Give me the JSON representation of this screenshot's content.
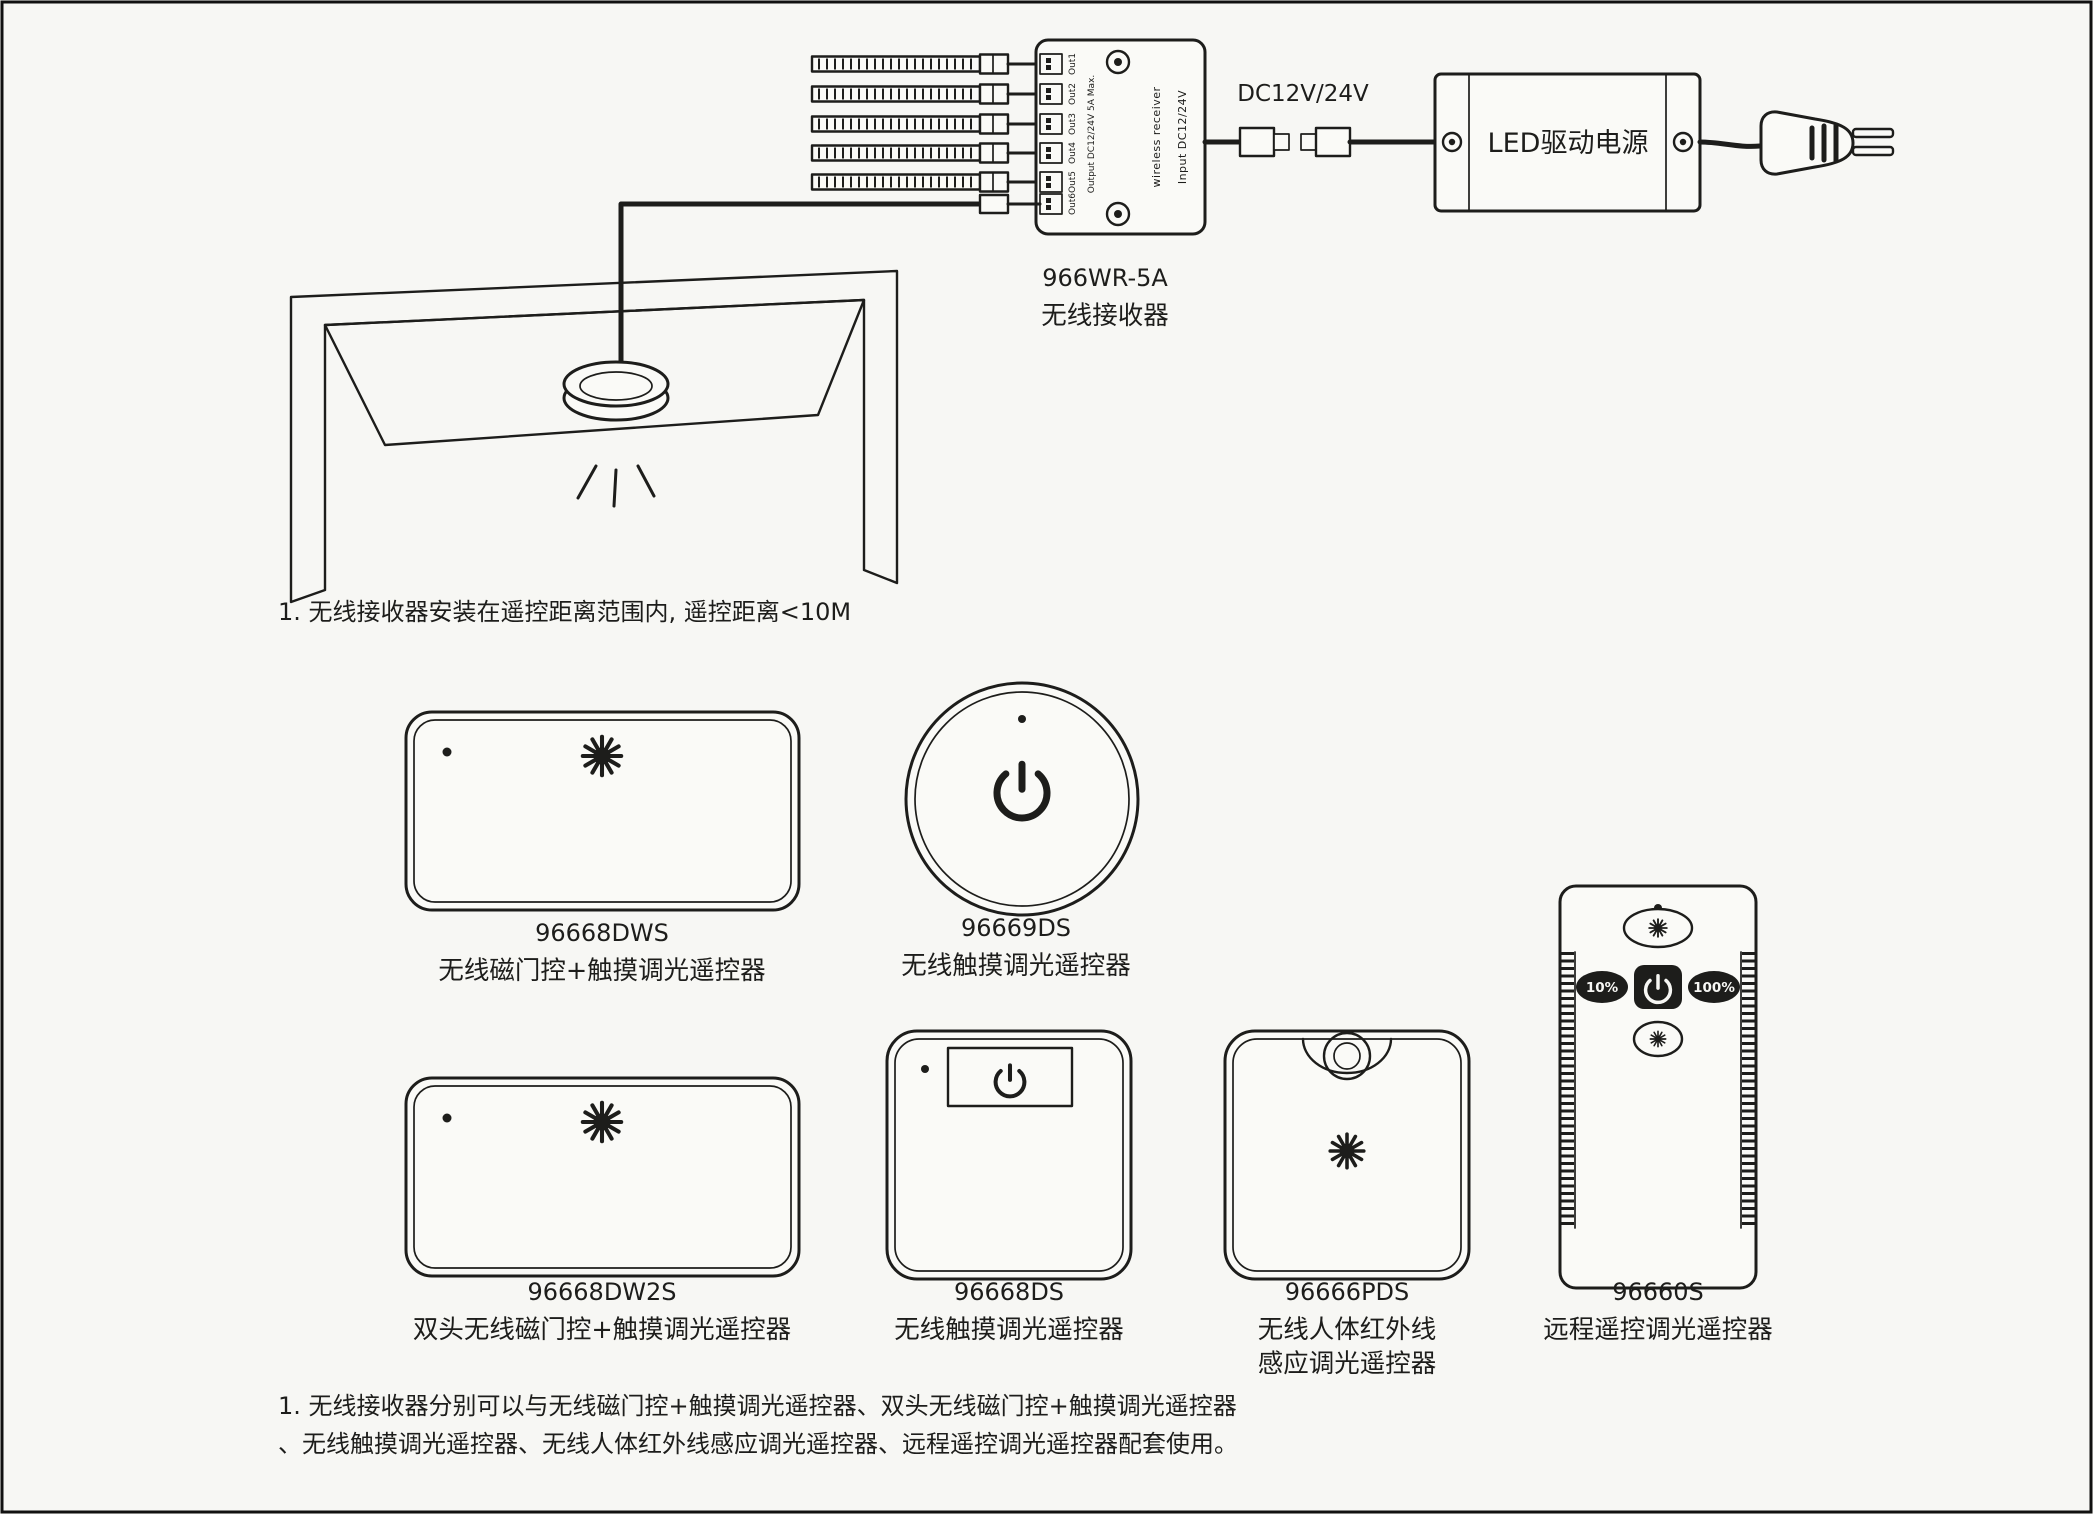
{
  "colors": {
    "ink": "#1d1d1b",
    "paper": "#f7f7f4"
  },
  "wiring": {
    "dc_label": "DC12V/24V",
    "driver_label": "LED驱动电源",
    "receiver": {
      "model": "966WR-5A",
      "name": "无线接收器",
      "outputs": [
        "Out1",
        "Out2",
        "Out3",
        "Out4",
        "Out5",
        "Out6"
      ],
      "output_note": "Output DC12/24V 5A Max.",
      "input_note": "Input DC12/24V",
      "device_text": "wireless receiver"
    },
    "install_note": "1. 无线接收器安装在遥控距离范围内, 遥控距离<10M"
  },
  "remotes": [
    {
      "model": "96668DWS",
      "name": "无线磁门控+触摸调光遥控器"
    },
    {
      "model": "96669DS",
      "name": "无线触摸调光遥控器"
    },
    {
      "model": "96668DW2S",
      "name": "双头无线磁门控+触摸调光遥控器"
    },
    {
      "model": "96668DS",
      "name": "无线触摸调光遥控器"
    },
    {
      "model": "96666PDS",
      "name_lines": [
        "无线人体红外线",
        "感应调光遥控器"
      ]
    },
    {
      "model": "96660S",
      "name": "远程遥控调光遥控器",
      "buttons": {
        "dim": "10%",
        "bright": "100%"
      }
    }
  ],
  "footer_note": {
    "line1": "1. 无线接收器分别可以与无线磁门控+触摸调光遥控器、双头无线磁门控+触摸调光遥控器",
    "line2": "、无线触摸调光遥控器、无线人体红外线感应调光遥控器、远程遥控调光遥控器配套使用。"
  }
}
